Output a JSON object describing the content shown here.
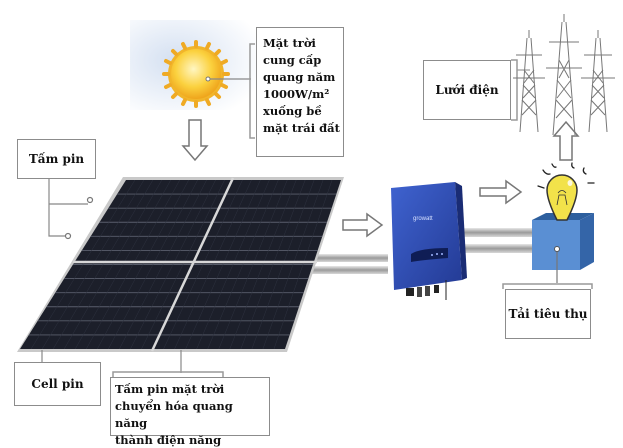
{
  "diagram": {
    "title": "Solar power system diagram",
    "labels": {
      "sun_note": [
        "Mặt trời",
        "cung cấp",
        "quang năm",
        "1000W/m²",
        "xuống bề",
        "mặt trái đất"
      ],
      "panel": "Tấm pin",
      "cell": "Cell pin",
      "panel_note": [
        "Tấm pin mặt trời",
        "chuyển hóa quang năng",
        "thành điện năng"
      ],
      "grid": "Lưới điện",
      "load": "Tải tiêu thụ",
      "inverter_brand": "growatt"
    },
    "icons": [
      "sun-icon",
      "solar-panel-icon",
      "inverter-icon",
      "light-bulb-icon",
      "load-box-icon",
      "power-tower-icon",
      "arrow-down-icon",
      "arrow-right-icon",
      "arrow-up-icon"
    ],
    "colors": {
      "sun": "#f7c531",
      "panel": "#1c1f2a",
      "inverter": "#2f4fb8",
      "load_box": "#4f86cc",
      "bulb": "#f2e24a",
      "sky": "#d7e3f3"
    }
  }
}
